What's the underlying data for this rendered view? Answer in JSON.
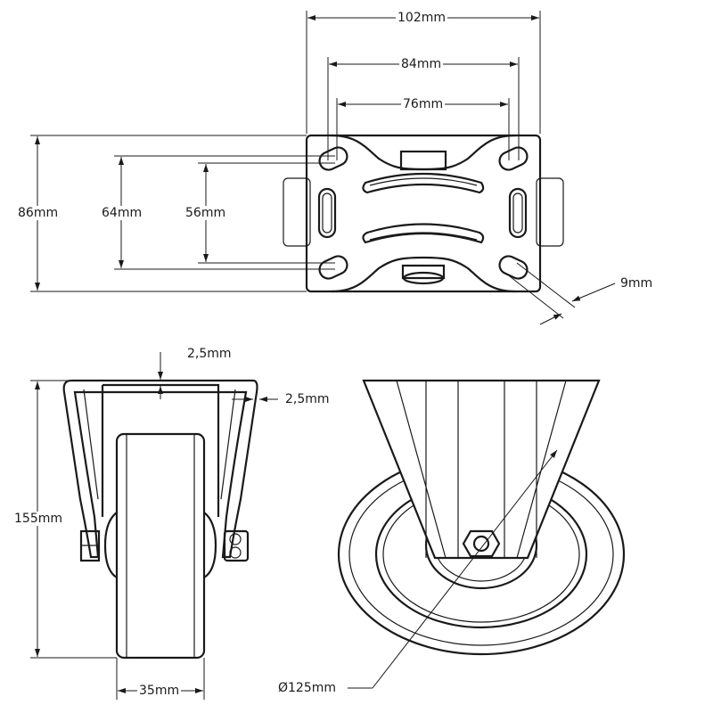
{
  "top_view": {
    "overall_width": "102mm",
    "hole_spacing_outer": "84mm",
    "hole_spacing_inner": "76mm",
    "overall_depth": "86mm",
    "hole_depth_outer": "64mm",
    "hole_depth_inner": "56mm",
    "slot_width": "9mm"
  },
  "side_view": {
    "plate_thickness": "2,5mm",
    "bracket_thickness": "2,5mm",
    "total_height": "155mm",
    "wheel_width": "35mm"
  },
  "front_view": {
    "wheel_diameter": "Ø125mm"
  }
}
